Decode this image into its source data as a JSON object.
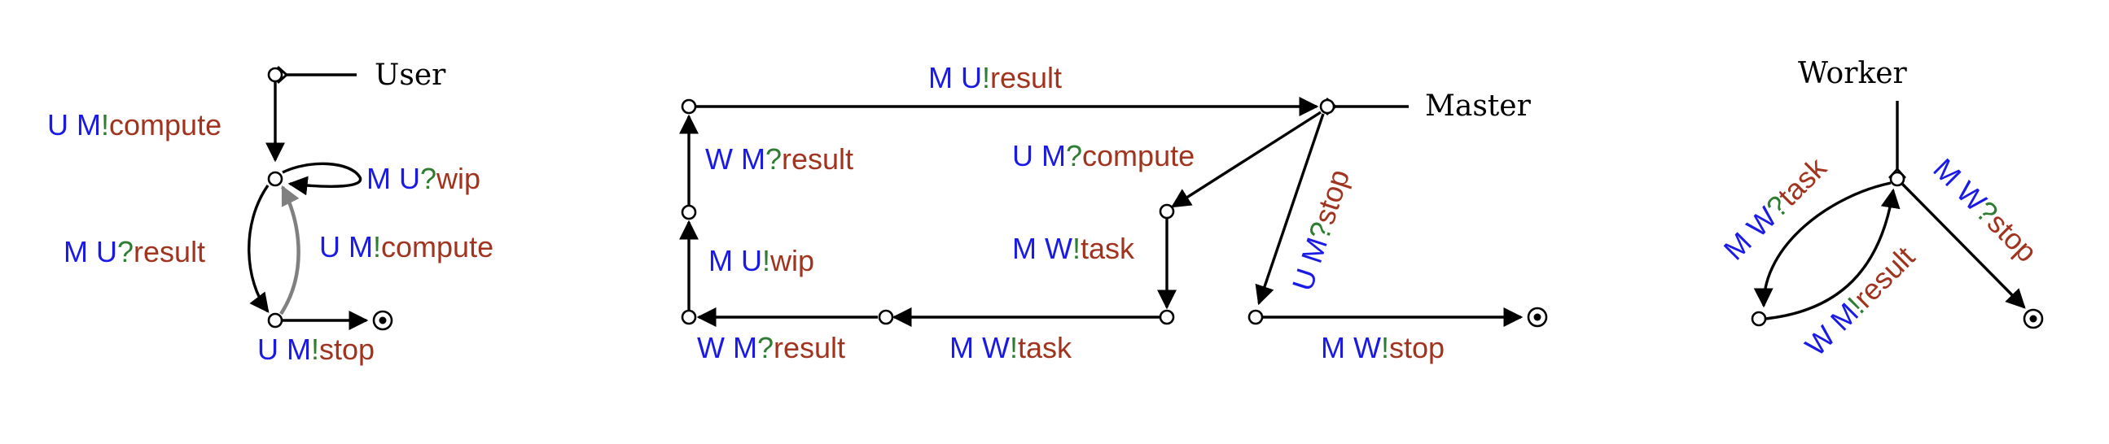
{
  "colors": {
    "participant": "#1a1ae6",
    "send_op": "#2e7d32",
    "recv_op": "#2e7d32",
    "message": "#a0341f",
    "edge": "#000000",
    "edge_highlight": "#808080",
    "role_text": "#000000"
  },
  "roles": {
    "user": "User",
    "master": "Master",
    "worker": "Worker"
  },
  "labels": {
    "u_um_compute": {
      "p": "U M",
      "op": "!",
      "msg": "compute"
    },
    "u_mu_wip": {
      "p": "M U",
      "op": "?",
      "msg": "wip"
    },
    "u_mu_result": {
      "p": "M U",
      "op": "?",
      "msg": "result"
    },
    "u_um_compute2": {
      "p": "U M",
      "op": "!",
      "msg": "compute"
    },
    "u_um_stop": {
      "p": "U M",
      "op": "!",
      "msg": "stop"
    },
    "m_mu_result": {
      "p": "M U",
      "op": "!",
      "msg": "result"
    },
    "m_wm_result_left": {
      "p": "W M",
      "op": "?",
      "msg": "result"
    },
    "m_mu_wip": {
      "p": "M U",
      "op": "!",
      "msg": "wip"
    },
    "m_wm_result_bottom": {
      "p": "W M",
      "op": "?",
      "msg": "result"
    },
    "m_mw_task_bottom": {
      "p": "M W",
      "op": "!",
      "msg": "task"
    },
    "m_um_compute": {
      "p": "U M",
      "op": "?",
      "msg": "compute"
    },
    "m_mw_task_right": {
      "p": "M W",
      "op": "!",
      "msg": "task"
    },
    "m_um_stop": {
      "p": "U M",
      "op": "?",
      "msg": "stop"
    },
    "m_mw_stop": {
      "p": "M W",
      "op": "!",
      "msg": "stop"
    },
    "w_mw_task": {
      "p": "M W",
      "op": "?",
      "msg": "task"
    },
    "w_wm_result": {
      "p": "W M",
      "op": "!",
      "msg": "result"
    },
    "w_mw_stop": {
      "p": "M W",
      "op": "?",
      "msg": "stop"
    }
  }
}
